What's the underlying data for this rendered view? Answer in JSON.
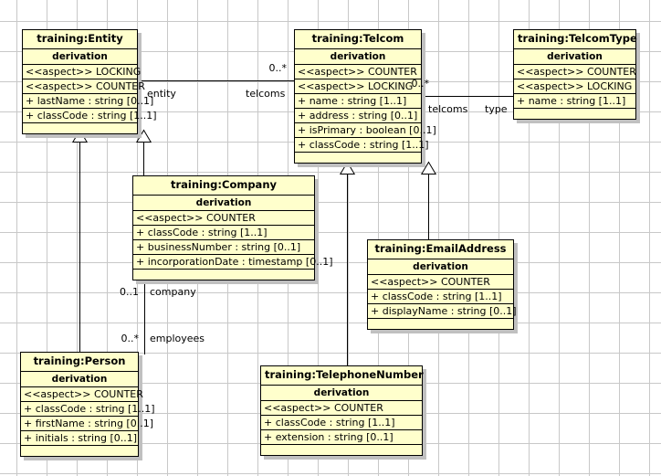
{
  "diagram": {
    "type": "uml-class-diagram",
    "background": "#ffffff",
    "grid_color": "#c8c8c8",
    "class_fill": "#ffffcc",
    "class_border": "#000000",
    "shadow_color": "#c0c0c0"
  },
  "classes": [
    {
      "id": "entity",
      "name": "training:Entity",
      "stereotype_header": "derivation",
      "aspects": [
        "<<aspect>> LOCKING",
        "<<aspect>> COUNTER"
      ],
      "attributes": [
        "+ lastName : string [0..1]",
        "+ classCode : string [1..1]"
      ]
    },
    {
      "id": "telcom",
      "name": "training:Telcom",
      "stereotype_header": "derivation",
      "aspects": [
        "<<aspect>> COUNTER",
        "<<aspect>> LOCKING"
      ],
      "attributes": [
        "+ name : string [1..1]",
        "+ address : string [0..1]",
        "+ isPrimary : boolean [0..1]",
        "+ classCode : string [1..1]"
      ]
    },
    {
      "id": "telcomtype",
      "name": "training:TelcomType",
      "stereotype_header": "derivation",
      "aspects": [
        "<<aspect>> COUNTER",
        "<<aspect>> LOCKING"
      ],
      "attributes": [
        "+ name : string [1..1]"
      ]
    },
    {
      "id": "company",
      "name": "training:Company",
      "stereotype_header": "derivation",
      "aspects": [
        "<<aspect>> COUNTER"
      ],
      "attributes": [
        "+ classCode : string [1..1]",
        "+ businessNumber : string [0..1]",
        "+ incorporationDate : timestamp [0..1]"
      ]
    },
    {
      "id": "emailaddress",
      "name": "training:EmailAddress",
      "stereotype_header": "derivation",
      "aspects": [
        "<<aspect>> COUNTER"
      ],
      "attributes": [
        "+ classCode : string [1..1]",
        "+ displayName : string [0..1]"
      ]
    },
    {
      "id": "person",
      "name": "training:Person",
      "stereotype_header": "derivation",
      "aspects": [
        "<<aspect>> COUNTER"
      ],
      "attributes": [
        "+ classCode : string [1..1]",
        "+ firstName : string [0..1]",
        "+ initials : string [0..1]"
      ]
    },
    {
      "id": "telephonenumber",
      "name": "training:TelephoneNumber",
      "stereotype_header": "derivation",
      "aspects": [
        "<<aspect>> COUNTER"
      ],
      "attributes": [
        "+ classCode : string [1..1]",
        "+ extension : string [0..1]"
      ]
    }
  ],
  "associations": [
    {
      "id": "entity-telcom",
      "source_role": "entity",
      "target_role": "telcoms",
      "target_multiplicity": "0..*"
    },
    {
      "id": "telcom-telcomtype",
      "source_role": "telcoms",
      "target_role": "type",
      "source_multiplicity": "0..*"
    },
    {
      "id": "company-person",
      "source_role": "company",
      "source_multiplicity": "0..1",
      "target_role": "employees",
      "target_multiplicity": "0..*"
    }
  ],
  "generalizations": [
    {
      "id": "person-entity",
      "from": "training:Person",
      "to": "training:Entity"
    },
    {
      "id": "company-entity",
      "from": "training:Company",
      "to": "training:Entity"
    },
    {
      "id": "telephonenumber-telcom",
      "from": "training:TelephoneNumber",
      "to": "training:Telcom"
    },
    {
      "id": "emailaddress-telcom",
      "from": "training:EmailAddress",
      "to": "training:Telcom"
    }
  ],
  "labels": {
    "entity_role": "entity",
    "telcoms_role_1": "telcoms",
    "telcoms_mult_1": "0..*",
    "telcoms_role_2": "telcoms",
    "telcoms_mult_2": "0..*",
    "type_role": "type",
    "company_role": "company",
    "company_mult": "0..1",
    "employees_role": "employees",
    "employees_mult": "0..*"
  }
}
